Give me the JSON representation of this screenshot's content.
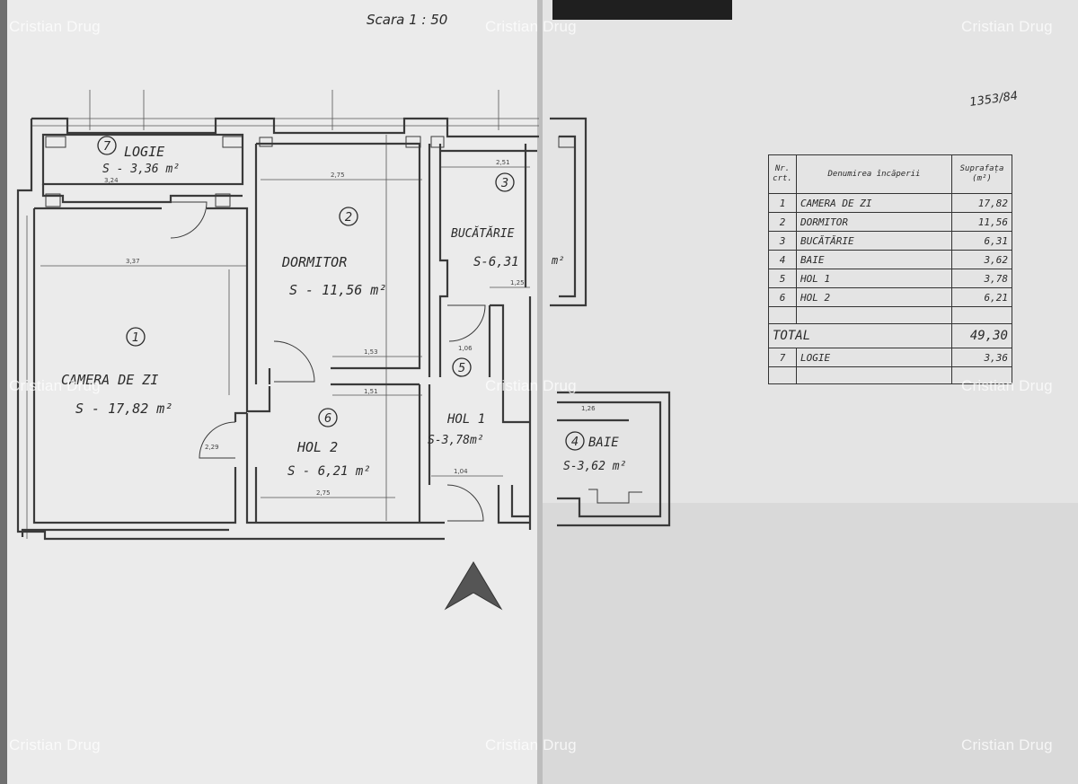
{
  "watermark": "Cristian Drug",
  "scale_label": "Scara  1 : 50",
  "margin_note": "1353/84",
  "rooms": [
    {
      "num": "1",
      "name": "CAMERA DE ZI",
      "area": "S - 17,82 m²"
    },
    {
      "num": "2",
      "name": "DORMITOR",
      "area": "S - 11,56 m²"
    },
    {
      "num": "3",
      "name": "BUCĂTĂRIE",
      "area": "S-6,31"
    },
    {
      "num": "4",
      "name": "BAIE",
      "area": "S-3,62 m²"
    },
    {
      "num": "5",
      "name": "HOL 1",
      "area": "S-3,78m²"
    },
    {
      "num": "6",
      "name": "HOL 2",
      "area": "S - 6,21 m²"
    },
    {
      "num": "7",
      "name": "LOGIE",
      "area": "S - 3,36 m²"
    }
  ],
  "kitchen_unit": "m²",
  "legend": {
    "headers": [
      "Nr. crt.",
      "Denumirea încăperii",
      "Suprafața (m²)"
    ],
    "rows": [
      {
        "nr": "1",
        "name": "CAMERA DE ZI",
        "area": "17,82"
      },
      {
        "nr": "2",
        "name": "DORMITOR",
        "area": "11,56"
      },
      {
        "nr": "3",
        "name": "BUCĂTĂRIE",
        "area": "6,31"
      },
      {
        "nr": "4",
        "name": "BAIE",
        "area": "3,62"
      },
      {
        "nr": "5",
        "name": "HOL 1",
        "area": "3,78"
      },
      {
        "nr": "6",
        "name": "HOL 2",
        "area": "6,21"
      }
    ],
    "total_label": "TOTAL",
    "total_value": "49,30",
    "extra": {
      "nr": "7",
      "name": "LOGIE",
      "area": "3,36"
    }
  },
  "dimensions": [
    "3,37",
    "2,75",
    "2,51",
    "1,53",
    "1,51",
    "1,04",
    "2,75",
    "1,25",
    "3,24",
    "1,06",
    "2,29",
    "1,26"
  ],
  "colors": {
    "paper": "#ebebeb",
    "ink": "#2a2a2a",
    "wall": "#3a3a3a",
    "north_arrow": "#555555"
  }
}
